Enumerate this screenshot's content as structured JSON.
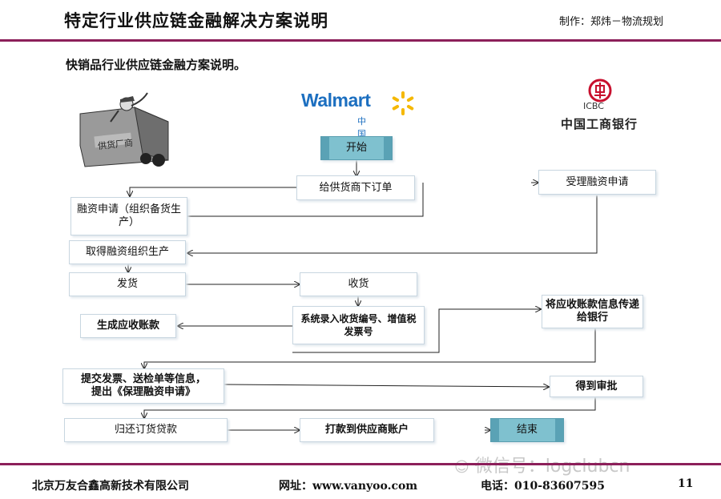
{
  "header": {
    "title": "特定行业供应链金融解决方案说明",
    "author": "制作：郑炜－物流规划"
  },
  "subtitle": "快销品行业供应链金融方案说明。",
  "logos": {
    "walmart": "Walmart",
    "walmart_cn": "中国",
    "icbc": "ICBC",
    "icbc_cn": "中国工商银行",
    "truck_label": "供货厂商"
  },
  "nodes": {
    "start": "开始",
    "order": "给供货商下订单",
    "apply": "受理融资申请",
    "financing": "融资申请（组织备货生产）",
    "produce": "取得融资组织生产",
    "ship": "发货",
    "receive": "收货",
    "receivable": "生成应收账款",
    "record": "系统录入收货编号、增值税发票号",
    "transfer": "将应收账款信息传递给银行",
    "submit_line1": "提交发票、送检单等信息，",
    "submit_line2": "提出《保理融资申请》",
    "approve": "得到审批",
    "repay": "归还订货贷款",
    "pay": "打款到供应商账户",
    "end": "结束"
  },
  "footer": {
    "company": "北京万友合鑫高新技术有限公司",
    "website": "网址：www.vanyoo.com",
    "phone": "电话：010-83607595",
    "page": "11"
  },
  "watermark": "微信号：logclubcn",
  "colors": {
    "accent": "#8c1f5a",
    "teal": "#7fc1cf",
    "walmart_blue": "#1c6fc0",
    "walmart_spark": "#f5b800",
    "icbc_red": "#c8102e"
  }
}
